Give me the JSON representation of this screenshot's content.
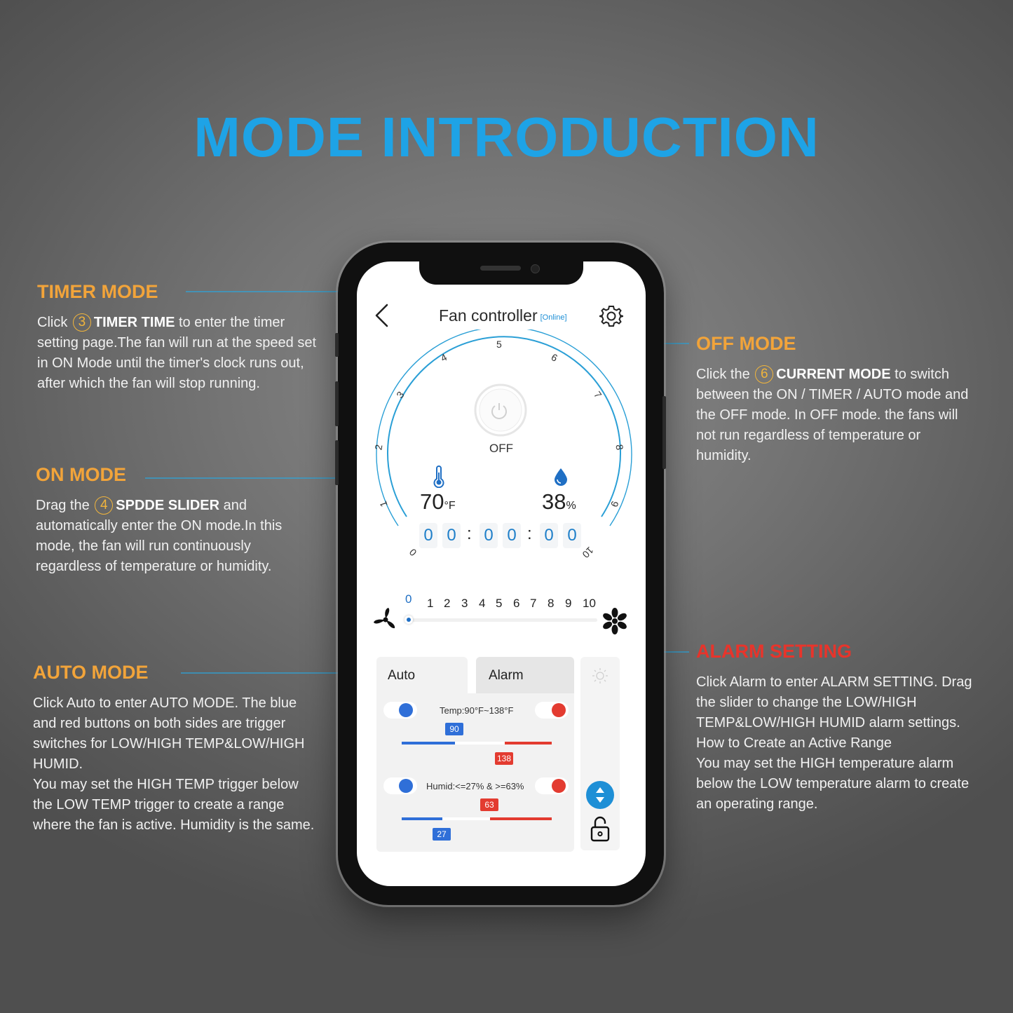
{
  "page": {
    "title": "MODE INTRODUCTION",
    "colors": {
      "title": "#1ea3e6",
      "section_title": "#f2a43a",
      "alarm_title": "#e8342b",
      "accent_blue": "#2f6fd8",
      "accent_red": "#e33b30"
    }
  },
  "sections": {
    "timer": {
      "title": "TIMER MODE",
      "pre": "Click ",
      "badge": "3",
      "bold": "TIMER TIME",
      "post": " to enter the timer setting page.The fan will run at the speed set in ON Mode until the timer's clock runs out, after which the fan will stop running."
    },
    "on": {
      "title": "ON MODE",
      "pre": "Drag the ",
      "badge": "4",
      "bold": "SPDDE SLIDER",
      "post": " and automatically enter the ON mode.In this mode, the fan will run continuously regardless of temperature or humidity."
    },
    "auto": {
      "title": "AUTO MODE",
      "body": "Click Auto to enter AUTO MODE. The blue and red buttons on both sides are trigger switches for LOW/HIGH TEMP&LOW/HIGH HUMID.",
      "body2": "You may set the HIGH TEMP trigger below the LOW TEMP trigger to create a range where the fan is active. Humidity is the same."
    },
    "off": {
      "title": "OFF MODE",
      "pre": "Click the ",
      "badge": "6",
      "bold": "CURRENT MODE",
      "post": " to switch between the ON / TIMER / AUTO mode and the OFF mode. In OFF mode. the fans will not run regardless of temperature or humidity."
    },
    "alarm": {
      "title": "ALARM SETTING",
      "body": "Click Alarm to enter ALARM SETTING. Drag the slider to change the LOW/HIGH TEMP&LOW/HIGH HUMID alarm settings.",
      "body2": "How to Create an Active Range",
      "body3": "You may set the HIGH temperature alarm below the LOW temperature alarm to create an operating range."
    }
  },
  "app": {
    "title": "Fan controller",
    "status": "[Online]",
    "gauge_ticks": [
      "0",
      "1",
      "2",
      "3",
      "4",
      "5",
      "6",
      "7",
      "8",
      "9",
      "10"
    ],
    "mode_label": "OFF",
    "temperature": {
      "value": "70",
      "unit": "°F"
    },
    "humidity": {
      "value": "38",
      "unit": "%"
    },
    "timer_digits": [
      "0",
      "0",
      "0",
      "0",
      "0",
      "0"
    ],
    "speed_labels": [
      "0",
      "1",
      "2",
      "3",
      "4",
      "5",
      "6",
      "7",
      "8",
      "9",
      "10"
    ],
    "speed_level": 0,
    "tabs": {
      "auto": "Auto",
      "alarm": "Alarm"
    },
    "temp_range": {
      "label": "Temp:90°F~138°F",
      "low": "90",
      "high": "138"
    },
    "humid_range": {
      "label": "Humid:<=27% & >=63%",
      "low": "27",
      "high": "63"
    },
    "icons": [
      "back-arrow-icon",
      "gear-icon",
      "power-icon",
      "thermometer-icon",
      "water-drop-icon",
      "fan-small-icon",
      "fan-large-icon",
      "sun-icon",
      "up-down-arrows-icon",
      "unlock-icon"
    ]
  }
}
